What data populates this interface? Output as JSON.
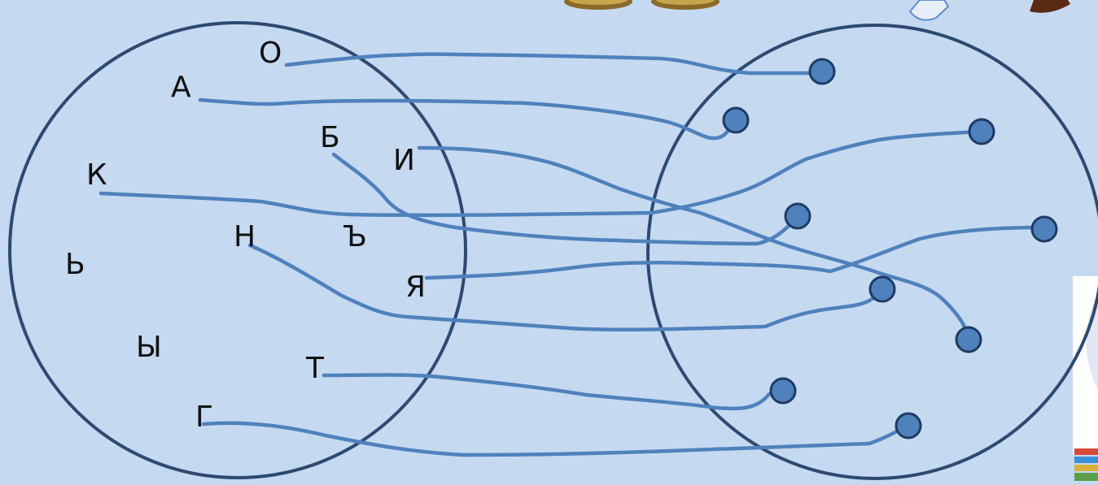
{
  "letters": {
    "o": "О",
    "a": "А",
    "k": "К",
    "b": "Б",
    "i": "И",
    "n": "Н",
    "hard": "Ъ",
    "ya": "Я",
    "soft": "Ь",
    "yery": "Ы",
    "t": "Т",
    "g": "Г"
  },
  "colors": {
    "background": "#c5d9f0",
    "circle_stroke": "#2c4a72",
    "line": "#4f81bd",
    "dot_fill": "#4f81bd",
    "dot_stroke": "#1f3b63"
  }
}
